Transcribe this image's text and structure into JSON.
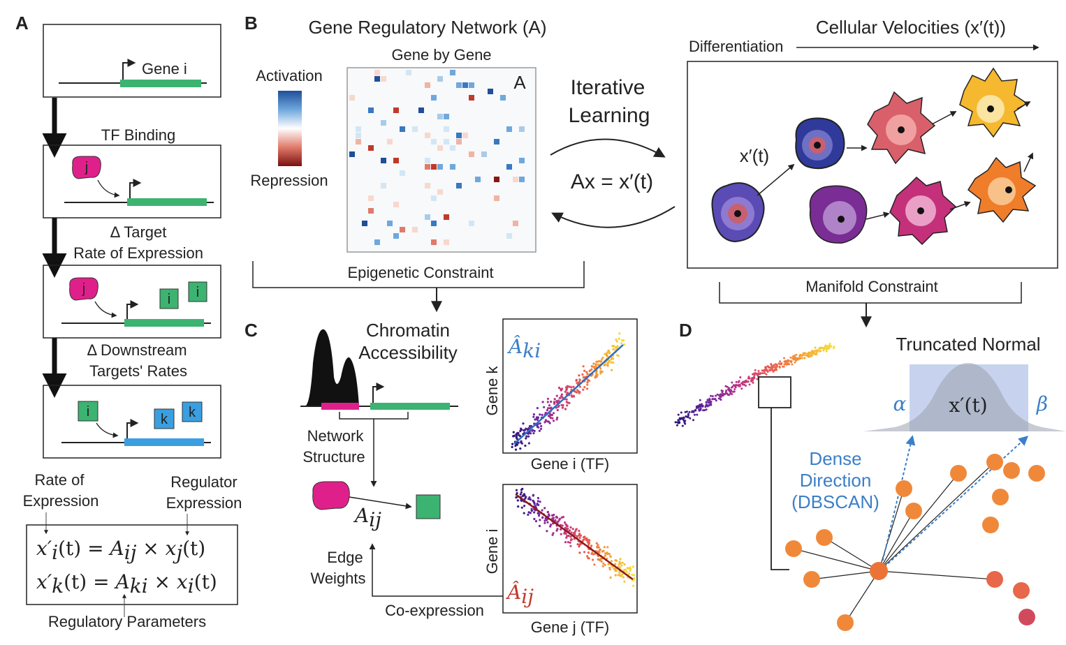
{
  "panels": {
    "a": {
      "letter": "A",
      "gene_label": "Gene i",
      "step1": "TF Binding",
      "step2_line1": "Δ Target",
      "step2_line2": "Rate of Expression",
      "step3_line1": "Δ Downstream",
      "step3_line2": "Targets' Rates",
      "tf_j": "j",
      "prod_i": "i",
      "prod_k": "k",
      "rate_line1": "Rate of",
      "rate_line2": "Expression",
      "reg_line1": "Regulator",
      "reg_line2": "Expression",
      "eq1_lhs": "x′",
      "eq1_lhs_sub": "i",
      "eq1_mid": "(t) = ",
      "eq1_A": "A",
      "eq1_A_sub": "ij",
      "eq1_times": " × ",
      "eq1_x": "x",
      "eq1_x_sub": "j",
      "eq1_end": "(t)",
      "eq2_lhs": "x′",
      "eq2_lhs_sub": "k",
      "eq2_mid": "(t) = ",
      "eq2_A": "A",
      "eq2_A_sub": "ki",
      "eq2_times": " × ",
      "eq2_x": "x",
      "eq2_x_sub": "i",
      "eq2_end": "(t)",
      "params": "Regulatory Parameters"
    },
    "b": {
      "letter": "B",
      "title": "Gene Regulatory Network (A)",
      "matrix_title": "Gene by Gene",
      "matrix_letter": "A",
      "activation": "Activation",
      "repression": "Repression",
      "iterative1": "Iterative",
      "iterative2": "Learning",
      "equation": "Ax = x′(t)",
      "epigenetic": "Epigenetic Constraint",
      "velocities": "Cellular Velocities (x′(t))",
      "differentiation": "Differentiation",
      "xprime": "x′(t)",
      "manifold": "Manifold Constraint"
    },
    "c": {
      "letter": "C",
      "chromatin1": "Chromatin",
      "chromatin2": "Accessibility",
      "network1": "Network",
      "network2": "Structure",
      "aij": "A",
      "aij_sub": "ij",
      "edge1": "Edge",
      "edge2": "Weights",
      "coexpr": "Co-expression",
      "plot1_xlabel": "Gene i (TF)",
      "plot1_ylabel": "Gene k",
      "plot1_hat": "Â",
      "plot1_hat_sub": "ki",
      "plot2_xlabel": "Gene j (TF)",
      "plot2_ylabel": "Gene i",
      "plot2_hat": "Â",
      "plot2_hat_sub": "ij"
    },
    "d": {
      "letter": "D",
      "truncated": "Truncated Normal",
      "alpha": "α",
      "beta": "β",
      "xprime": "x′(t)",
      "dense1": "Dense",
      "dense2": "Direction",
      "dense3": "(DBSCAN)"
    }
  },
  "colors": {
    "gene_green": "#3cb371",
    "gene_blue": "#3a9fe0",
    "tf_magenta": "#e0208a",
    "fit_blue": "#2b6fc0",
    "fit_red": "#8b1a1a",
    "accent_blue": "#3a7fc8",
    "node_orange": "#f0883a"
  }
}
